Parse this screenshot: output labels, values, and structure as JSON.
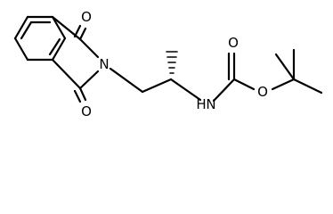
{
  "molecule": {
    "atom_labels": {
      "o_top": "O",
      "o_bottom": "O",
      "n_imide": "N",
      "nh": "H",
      "nh_n": "N",
      "o_carbonyl": "O",
      "o_ester": "O"
    },
    "stereo": {
      "methyl_bond": "hashed-wedge"
    }
  }
}
